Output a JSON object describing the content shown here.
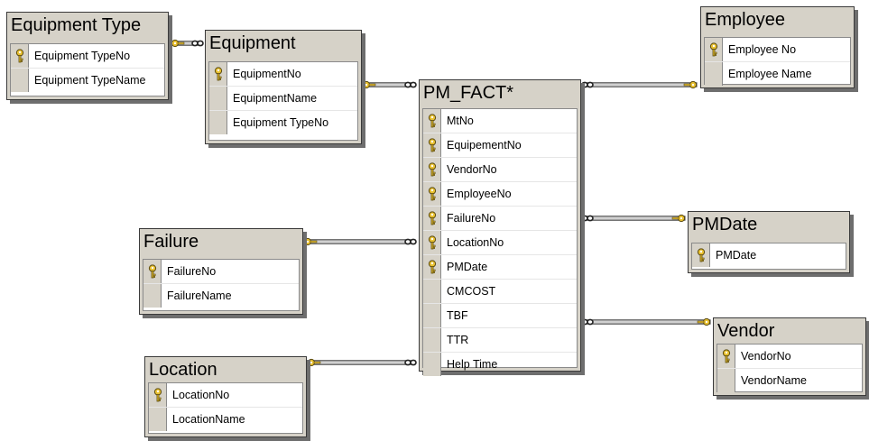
{
  "tables": {
    "equipment_type": {
      "title": "Equipment Type",
      "columns": [
        {
          "name": "Equipment TypeNo",
          "key": true
        },
        {
          "name": "Equipment TypeName",
          "key": false
        }
      ]
    },
    "equipment": {
      "title": "Equipment",
      "columns": [
        {
          "name": "EquipmentNo",
          "key": true
        },
        {
          "name": "EquipmentName",
          "key": false
        },
        {
          "name": "Equipment TypeNo",
          "key": false
        }
      ]
    },
    "pm_fact": {
      "title": "PM_FACT*",
      "columns": [
        {
          "name": "MtNo",
          "key": true
        },
        {
          "name": "EquipementNo",
          "key": true
        },
        {
          "name": "VendorNo",
          "key": true
        },
        {
          "name": "EmployeeNo",
          "key": true
        },
        {
          "name": "FailureNo",
          "key": true
        },
        {
          "name": "LocationNo",
          "key": true
        },
        {
          "name": "PMDate",
          "key": true
        },
        {
          "name": "CMCOST",
          "key": false
        },
        {
          "name": "TBF",
          "key": false
        },
        {
          "name": "TTR",
          "key": false
        },
        {
          "name": "Help Time",
          "key": false
        }
      ]
    },
    "employee": {
      "title": "Employee",
      "columns": [
        {
          "name": "Employee No",
          "key": true
        },
        {
          "name": "Employee Name",
          "key": false
        }
      ]
    },
    "pmdate": {
      "title": "PMDate",
      "columns": [
        {
          "name": "PMDate",
          "key": true
        }
      ]
    },
    "vendor": {
      "title": "Vendor",
      "columns": [
        {
          "name": "VendorNo",
          "key": true
        },
        {
          "name": "VendorName",
          "key": false
        }
      ]
    },
    "failure": {
      "title": "Failure",
      "columns": [
        {
          "name": "FailureNo",
          "key": true
        },
        {
          "name": "FailureName",
          "key": false
        }
      ]
    },
    "location": {
      "title": "Location",
      "columns": [
        {
          "name": "LocationNo",
          "key": true
        },
        {
          "name": "LocationName",
          "key": false
        }
      ]
    }
  },
  "relationships": [
    {
      "from": "equipment_type",
      "to": "equipment"
    },
    {
      "from": "equipment",
      "to": "pm_fact"
    },
    {
      "from": "employee",
      "to": "pm_fact"
    },
    {
      "from": "pmdate",
      "to": "pm_fact"
    },
    {
      "from": "vendor",
      "to": "pm_fact"
    },
    {
      "from": "failure",
      "to": "pm_fact"
    },
    {
      "from": "location",
      "to": "pm_fact"
    }
  ],
  "icons": {
    "key": "primary-key-icon",
    "link_one": "key-endpoint-icon",
    "link_many": "infinity-endpoint-icon"
  },
  "colors": {
    "frame": "#d6d2c8",
    "key": "#e8c030",
    "wire": "#3a3a3a"
  }
}
